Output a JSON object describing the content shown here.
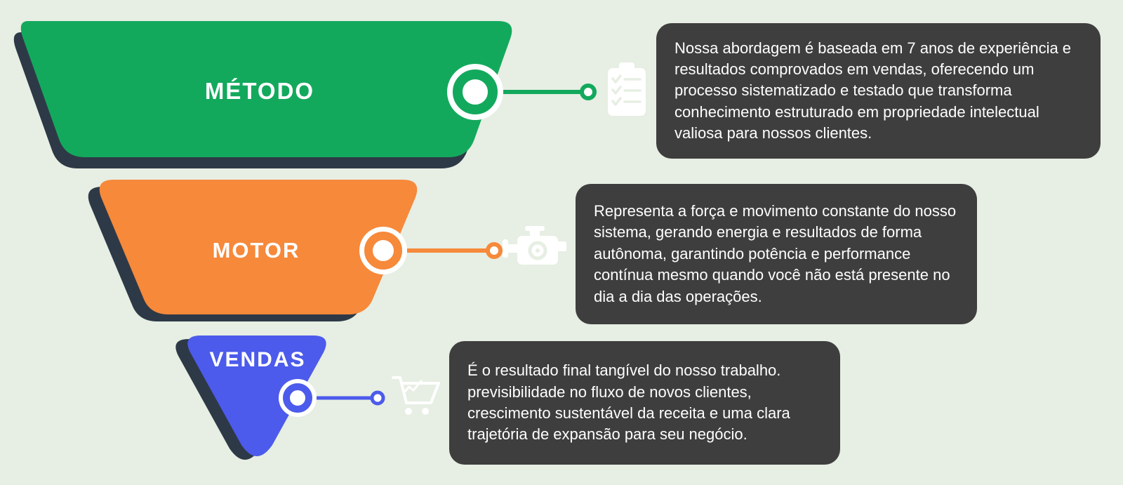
{
  "page": {
    "background_color": "#e7eee3",
    "shadow_color": "#2e3947",
    "panel_color": "#3e3e3e",
    "text_color": "#ffffff"
  },
  "sections": [
    {
      "id": "metodo",
      "label": "MÉTODO",
      "color": "#13a95d",
      "icon": "clipboard-checklist-icon",
      "description": "Nossa abordagem é baseada em 7 anos de experiência e resultados comprovados em vendas, oferecendo um processo sistematizado e testado que transforma conhecimento estruturado em propriedade intelectual valiosa para nossos clientes."
    },
    {
      "id": "motor",
      "label": "MOTOR",
      "color": "#f6893a",
      "icon": "engine-icon",
      "description": "Representa a força e movimento constante do nosso sistema, gerando energia e resultados de forma autônoma, garantindo potência e performance contínua mesmo quando você não está presente no dia a dia das operações."
    },
    {
      "id": "vendas",
      "label": "VENDAS",
      "color": "#4c5beb",
      "icon": "shopping-cart-icon",
      "description": "É o resultado final tangível do nosso trabalho. previsibilidade no fluxo de novos clientes, crescimento sustentável da receita e uma clara trajetória de expansão para seu negócio."
    }
  ]
}
